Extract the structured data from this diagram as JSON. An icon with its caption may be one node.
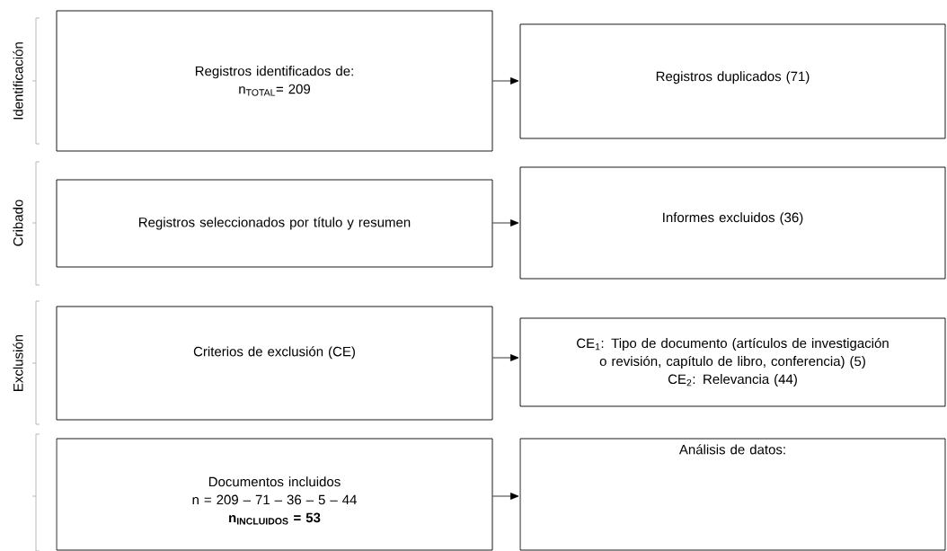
{
  "diagram": {
    "nodes": [
      {
        "text": [
          "Registros identificados de:",
          "n$_{TOTAL}$= 209"
        ]
      },
      {
        "text": [
          "Registros duplicados (71)"
        ]
      },
      {
        "text": [
          "Registros seleccionados por título y resumen"
        ]
      },
      {
        "text": [
          "Informes excluidos (36)"
        ]
      },
      {
        "text": [
          "Criterios de exclusión (CE)"
        ]
      },
      {
        "text": [
          "CE$_{1}$: Tipo de documento (artículos de investigación o revisión, capítulo de libro, conferencia) (5)",
          "CE$_{2}$: Relevancia (44)"
        ]
      },
      {
        "text": [
          "Documentos incluidos",
          "n = 209 – 71 – 36 – 5 – 44",
          "\\textbf{n}_{\\textbf{INCLUIDOS}}\\textbf{ = 53}"
        ]
      },
      {
        "text": [
          "Análisis de datos:"
        ]
      }
    ],
    "edges": [
      {
        "from": 0,
        "to": 1,
        "arrow": "to"
      },
      {
        "from": 2,
        "to": 3,
        "arrow": "to"
      },
      {
        "from": 4,
        "to": 5,
        "arrow": "to"
      },
      {
        "from": 6,
        "to": 7,
        "arrow": "to"
      }
    ],
    "labels": [
      "Identificación",
      "Cribado",
      "Exclusión"
    ]
  }
}
